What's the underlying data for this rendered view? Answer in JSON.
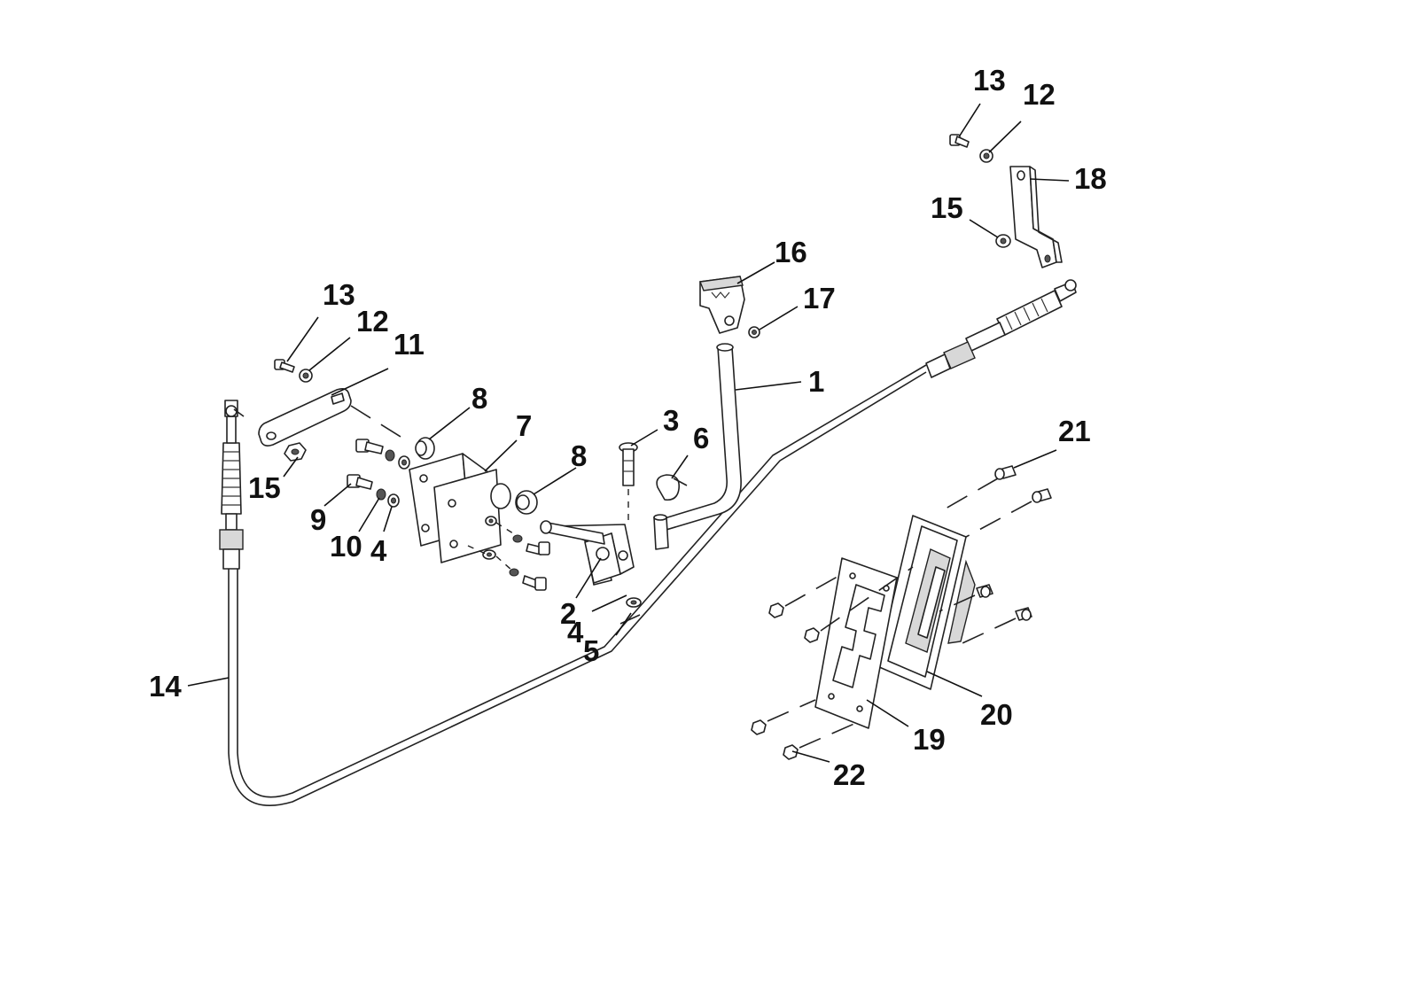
{
  "callouts": [
    {
      "id": "c1",
      "text": "1"
    },
    {
      "id": "c2",
      "text": "2"
    },
    {
      "id": "c3",
      "text": "3"
    },
    {
      "id": "c4a",
      "text": "4"
    },
    {
      "id": "c4b",
      "text": "4"
    },
    {
      "id": "c5",
      "text": "5"
    },
    {
      "id": "c6",
      "text": "6"
    },
    {
      "id": "c7",
      "text": "7"
    },
    {
      "id": "c8a",
      "text": "8"
    },
    {
      "id": "c8b",
      "text": "8"
    },
    {
      "id": "c9",
      "text": "9"
    },
    {
      "id": "c10",
      "text": "10"
    },
    {
      "id": "c11",
      "text": "11"
    },
    {
      "id": "c12a",
      "text": "12"
    },
    {
      "id": "c12b",
      "text": "12"
    },
    {
      "id": "c13a",
      "text": "13"
    },
    {
      "id": "c13b",
      "text": "13"
    },
    {
      "id": "c14",
      "text": "14"
    },
    {
      "id": "c15a",
      "text": "15"
    },
    {
      "id": "c15b",
      "text": "15"
    },
    {
      "id": "c16",
      "text": "16"
    },
    {
      "id": "c17",
      "text": "17"
    },
    {
      "id": "c18",
      "text": "18"
    },
    {
      "id": "c19",
      "text": "19"
    },
    {
      "id": "c20",
      "text": "20"
    },
    {
      "id": "c21",
      "text": "21"
    },
    {
      "id": "c22",
      "text": "22"
    }
  ]
}
